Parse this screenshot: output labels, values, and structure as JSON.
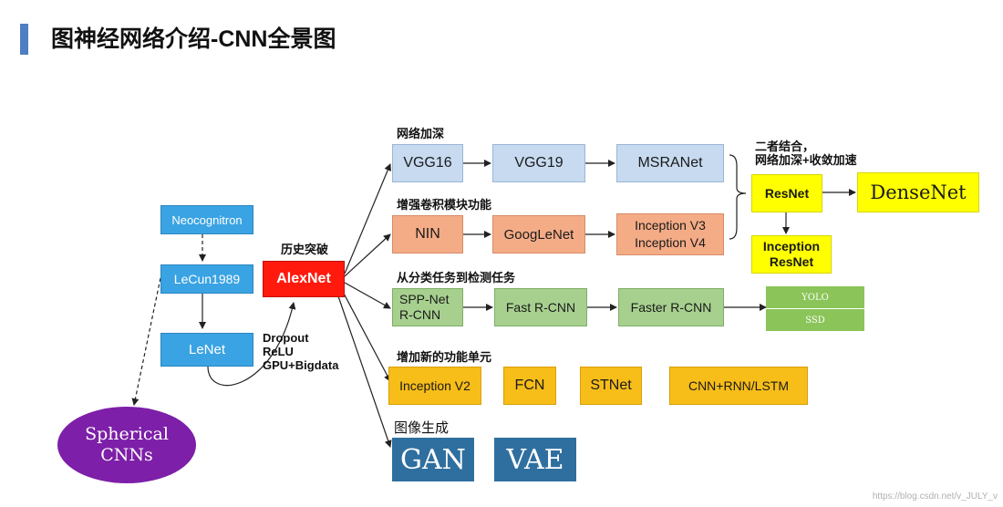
{
  "header": {
    "title": "图神经网络介绍-CNN全景图"
  },
  "left": {
    "neocognitron": "Neocognitron",
    "lecun1989": "LeCun1989",
    "lenet": "LeNet",
    "spherical": [
      "Spherical",
      "CNNs"
    ]
  },
  "center": {
    "breakthrough_label": "历史突破",
    "alexnet": "AlexNet",
    "factors": [
      "Dropout",
      "ReLU",
      "GPU+Bigdata"
    ]
  },
  "deeper": {
    "label": "网络加深",
    "items": [
      "VGG16",
      "VGG19",
      "MSRANet"
    ]
  },
  "combine": {
    "label_line1": "二者结合，",
    "label_line2": "网络加深+收敛加速",
    "resnet": "ResNet",
    "densenet": "DenseNet",
    "inception_resnet": [
      "Inception",
      "ResNet"
    ]
  },
  "conv_module": {
    "label": "增强卷积模块功能",
    "items": [
      "NIN",
      "GoogLeNet"
    ],
    "inception": [
      "Inception V3",
      "Inception V4"
    ]
  },
  "detection": {
    "label": "从分类任务到检测任务",
    "spp": [
      "SPP-Net",
      "R-CNN"
    ],
    "items": [
      "Fast R-CNN",
      "Faster R-CNN"
    ],
    "yolo": "YOLO",
    "ssd": "SSD"
  },
  "new_units": {
    "label": "增加新的功能单元",
    "items": [
      "Inception V2",
      "FCN",
      "STNet",
      "CNN+RNN/LSTM"
    ]
  },
  "generation": {
    "label": "图像生成",
    "items": [
      "GAN",
      "VAE"
    ]
  },
  "watermark": "https://blog.csdn.net/v_JULY_v",
  "colors": {
    "accent": "#4f7fc2",
    "alexnet": "#ff1a0d",
    "left_blue": "#3aa3e3",
    "gen_box": "#2f6f9f",
    "spherical": "#7d1fa8"
  }
}
